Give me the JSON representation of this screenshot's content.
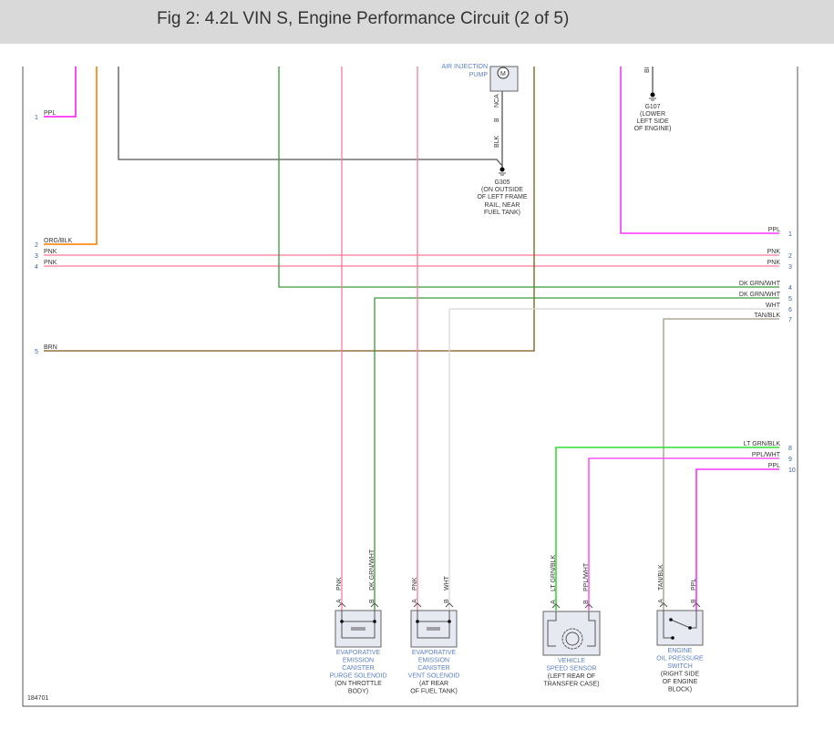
{
  "title": "Fig 2: 4.2L VIN S, Engine Performance Circuit (2 of 5)",
  "figure_id": "184701",
  "colors": {
    "PPL": "#ff33ff",
    "ORG": "#ff8c1a",
    "PNK": "#ff7a9a",
    "DKGRN": "#3a9a3a",
    "WHT": "#d8d8d8",
    "BRN": "#7a5a14",
    "TAN": "#a09888",
    "LTGRN": "#33dd33",
    "BLK": "#555555"
  },
  "left_pins": [
    {
      "num": "1",
      "label": "PPL"
    },
    {
      "num": "2",
      "label": "ORG/BLK"
    },
    {
      "num": "3",
      "label": "PNK"
    },
    {
      "num": "4",
      "label": "PNK"
    },
    {
      "num": "5",
      "label": "BRN"
    }
  ],
  "right_pins": [
    {
      "num": "1",
      "label": "PPL"
    },
    {
      "num": "2",
      "label": "PNK"
    },
    {
      "num": "3",
      "label": "PNK"
    },
    {
      "num": "4",
      "label": "DK GRN/WHT"
    },
    {
      "num": "5",
      "label": "DK GRN/WHT"
    },
    {
      "num": "6",
      "label": "WHT"
    },
    {
      "num": "7",
      "label": "TAN/BLK"
    },
    {
      "num": "8",
      "label": "LT GRN/BLK"
    },
    {
      "num": "9",
      "label": "PPL/WHT"
    },
    {
      "num": "10",
      "label": "PPL"
    }
  ],
  "pump": {
    "label1": "AIR INJECTION",
    "label2": "PUMP",
    "motor": "M",
    "wire1": "NCA",
    "pin": "B",
    "wire2": "BLK"
  },
  "g305": {
    "name": "G305",
    "l1": "(ON OUTSIDE",
    "l2": "OF LEFT FRAME",
    "l3": "RAIL, NEAR",
    "l4": "FUEL TANK)"
  },
  "g107": {
    "wire": "BI",
    "name": "G107",
    "l1": "(LOWER",
    "l2": "LEFT SIDE",
    "l3": "OF ENGINE)"
  },
  "components": [
    {
      "wa": "PNK",
      "wb": "DK GRN/WHT",
      "pa": "A",
      "pb": "B",
      "n1": "EVAPORATIVE",
      "n2": "EMISSION",
      "n3": "CANISTER",
      "n4": "PURGE SOLENOID",
      "l1": "(ON THROTTLE",
      "l2": "BODY)"
    },
    {
      "wa": "PNK",
      "wb": "WHT",
      "pa": "A",
      "pb": "B",
      "n1": "EVAPORATIVE",
      "n2": "EMISSION",
      "n3": "CANISTER",
      "n4": "VENT SOLENOID",
      "l1": "(AT REAR",
      "l2": "OF FUEL TANK)"
    },
    {
      "wa": "LT GRN/BLK",
      "wb": "PPL/WHT",
      "pa": "A",
      "pb": "B",
      "n1": "VEHICLE",
      "n2": "SPEED SENSOR",
      "l1": "(LEFT REAR OF",
      "l2": "TRANSFER CASE)"
    },
    {
      "wa": "TAN/BLK",
      "wb": "PPL",
      "pa": "A",
      "pb": "B",
      "n1": "ENGINE",
      "n2": "OIL PRESSURE",
      "n3": "SWITCH",
      "l1": "(RIGHT SIDE",
      "l2": "OF ENGINE",
      "l3": "BLOCK)"
    }
  ]
}
